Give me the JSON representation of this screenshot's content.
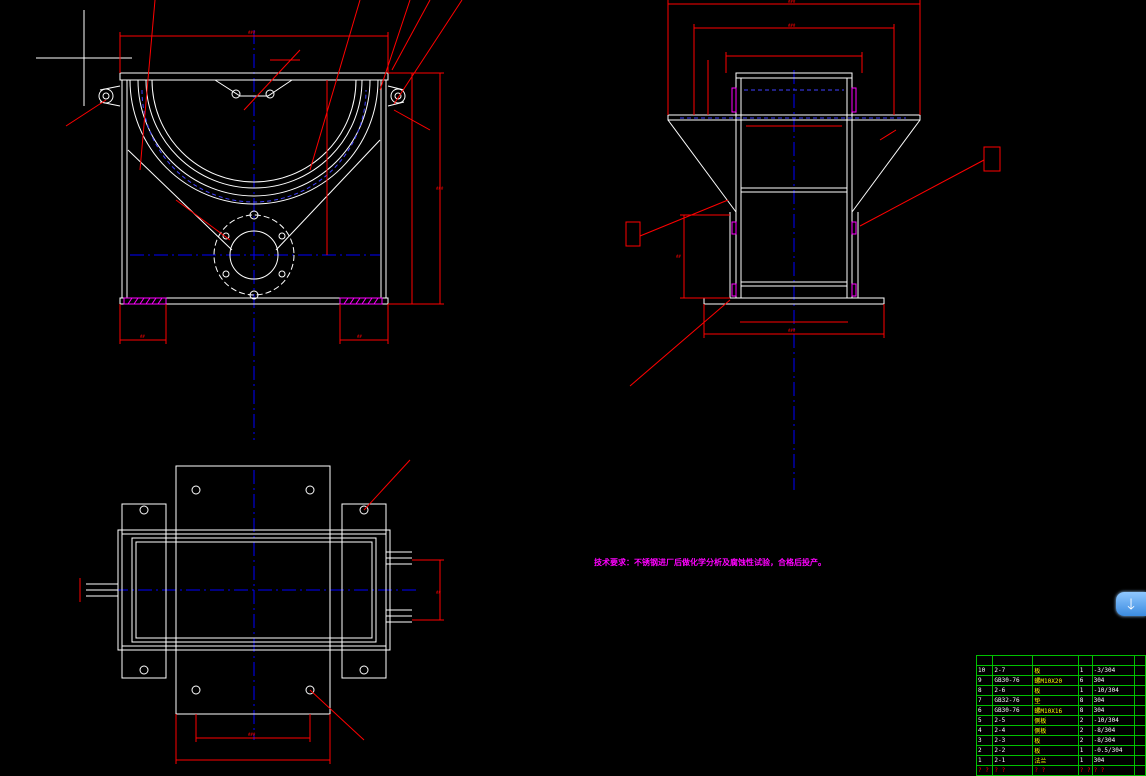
{
  "canvas": {
    "background": "#000000"
  },
  "colors": {
    "outline": "#ffffff",
    "dimension": "#ff0000",
    "centerline": "#0000ff",
    "hidden": "#ff00ff",
    "leader": "#ff0000",
    "table_grid": "#00c000"
  },
  "technical_note": "技术要求：不锈钢进厂后做化学分析及腐蚀性试验，合格后投产。",
  "scroll_button": {
    "icon": "arrow-down-icon",
    "glyph": "🡓"
  },
  "bom": {
    "rows": [
      {
        "no": "10",
        "code": "2-7",
        "name": "板",
        "qty": "1",
        "material": "-3/304"
      },
      {
        "no": "9",
        "code": "GB30-76",
        "name": "螺M10X20",
        "qty": "6",
        "material": "304"
      },
      {
        "no": "8",
        "code": "2-6",
        "name": "板",
        "qty": "1",
        "material": "-10/304"
      },
      {
        "no": "7",
        "code": "GB32-76",
        "name": "垫",
        "qty": "8",
        "material": "304"
      },
      {
        "no": "6",
        "code": "GB30-76",
        "name": "螺M10X16",
        "qty": "8",
        "material": "304"
      },
      {
        "no": "5",
        "code": "2-5",
        "name": "侧板",
        "qty": "2",
        "material": "-10/304"
      },
      {
        "no": "4",
        "code": "2-4",
        "name": "侧板",
        "qty": "2",
        "material": "-8/304"
      },
      {
        "no": "3",
        "code": "2-3",
        "name": "板",
        "qty": "2",
        "material": "-8/304"
      },
      {
        "no": "2",
        "code": "2-2",
        "name": "板",
        "qty": "1",
        "material": "-0.5/304"
      },
      {
        "no": "1",
        "code": "2-1",
        "name": "法兰",
        "qty": "1",
        "material": "304"
      }
    ],
    "footer": [
      "? ?",
      "? ?",
      "? ?",
      "? ?",
      "? ?"
    ]
  }
}
